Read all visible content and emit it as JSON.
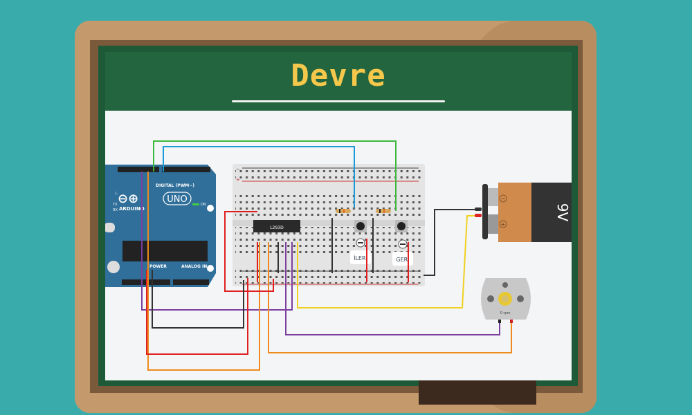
{
  "title": "Devre",
  "arduino": {
    "brand": "ARDUINO",
    "model": "UNO",
    "digital_label": "DIGITAL (PWM~)",
    "power_label": "POWER",
    "analog_label": "ANALOG IN",
    "on_label": "ON",
    "led_labels": [
      "L",
      "TX",
      "RX"
    ]
  },
  "breadboard": {
    "chip_label": "L293D",
    "buttons": [
      {
        "label": "İLERİ"
      },
      {
        "label": "GERİ"
      }
    ],
    "rail_minus": "−",
    "rail_plus": "+"
  },
  "battery": {
    "voltage": "9V",
    "minus": "−",
    "plus": "+"
  },
  "motor": {
    "speed_readout": "0 rpm"
  },
  "colors": {
    "background": "#3aabab",
    "frame": "#c49a6c",
    "board": "#1e5a38",
    "title": "#f5c84c",
    "arduino": "#2f6f9a",
    "battery": "#d08a4c",
    "wire_red": "#e02020",
    "wire_black": "#333333",
    "wire_green": "#3cb83c",
    "wire_blue": "#1a9ad6",
    "wire_purple": "#7b3fa0",
    "wire_orange": "#f08a1c",
    "wire_yellow": "#f0d020"
  }
}
